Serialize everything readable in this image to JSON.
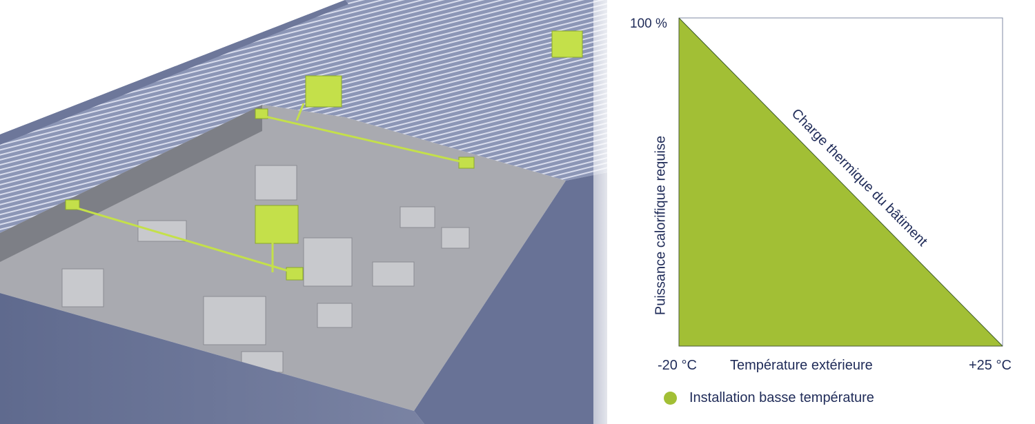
{
  "colors": {
    "fill": "#a2bf35",
    "text": "#1f2b58",
    "border": "#5a6a8a"
  },
  "chart_data": {
    "type": "area",
    "title": "",
    "xlabel": "Température extérieure",
    "ylabel": "Puissance calorifique requise",
    "x_tick_labels": [
      "-20 °C",
      "+25 °C"
    ],
    "y_tick_labels": [
      "100 %"
    ],
    "xlim": [
      -20,
      25
    ],
    "ylim": [
      0,
      100
    ],
    "series": [
      {
        "name": "Installation basse température",
        "x": [
          -20,
          25
        ],
        "y": [
          100,
          0
        ],
        "color": "#a2bf35"
      }
    ],
    "annotations": [
      "Charge thermique du bâtiment"
    ],
    "legend": "bottom",
    "grid": false
  }
}
